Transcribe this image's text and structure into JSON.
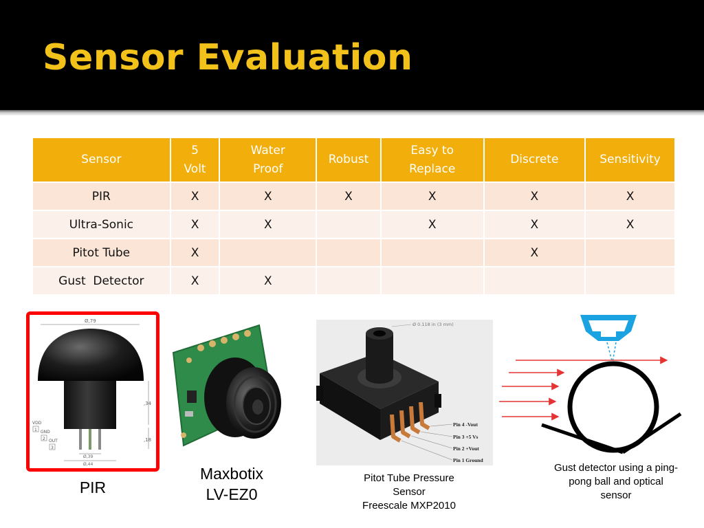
{
  "slide": {
    "title": "Sensor Evaluation"
  },
  "table": {
    "headers": [
      {
        "line1": "Sensor",
        "line2": ""
      },
      {
        "line1": "5",
        "line2": "Volt"
      },
      {
        "line1": "Water",
        "line2": "Proof"
      },
      {
        "line1": "Robust",
        "line2": ""
      },
      {
        "line1": "Easy to",
        "line2": "Replace"
      },
      {
        "line1": "Discrete",
        "line2": ""
      },
      {
        "line1": "Sensitivity",
        "line2": ""
      }
    ],
    "rows": [
      [
        "PIR",
        "X",
        "X",
        "X",
        "X",
        "X",
        "X"
      ],
      [
        "Ultra-Sonic",
        "X",
        "X",
        "",
        "X",
        "X",
        "X"
      ],
      [
        "Pitot Tube",
        "X",
        "",
        "",
        "",
        "X",
        ""
      ],
      [
        "Gust  Detector",
        "X",
        "X",
        "",
        "",
        "",
        ""
      ]
    ]
  },
  "images": {
    "pir": {
      "caption": "PIR",
      "drawing_labels": {
        "top_dim": "Ø,79",
        "side_dim1": ",34",
        "side_dim2": ",18",
        "bottom_dim1": "Ø,39",
        "bottom_dim2": "Ø,44",
        "pin1_name": "VDD",
        "pin1_num": "1",
        "pin2_name": "GND",
        "pin2_num": "2",
        "pin3_name": "OUT",
        "pin3_num": "3"
      }
    },
    "maxbotix": {
      "caption_line1": "Maxbotix",
      "caption_line2": "LV-EZ0"
    },
    "pitot": {
      "caption_line1": "Pitot Tube Pressure",
      "caption_line2": "Sensor",
      "caption_line3": "Freescale  MXP2010",
      "dimension_label": "Ø  0.118 in (3 mm)",
      "pin_labels": [
        "Pin 4  -Vout",
        "Pin 3 +5 Vs",
        "Pin 2  +Vout",
        "Pin 1 Ground"
      ]
    },
    "gust": {
      "caption_line1": "Gust detector using a ping-",
      "caption_line2": "pong ball and optical",
      "caption_line3": "sensor"
    }
  },
  "colors": {
    "title": "#f2c21b",
    "header_fill": "#f2ae0a",
    "row_odd": "#fbe5d6",
    "row_even": "#fcf1ea",
    "highlight_border": "#ff0000",
    "arrow": "#e53333",
    "sensor_blue": "#1aa3e0"
  }
}
